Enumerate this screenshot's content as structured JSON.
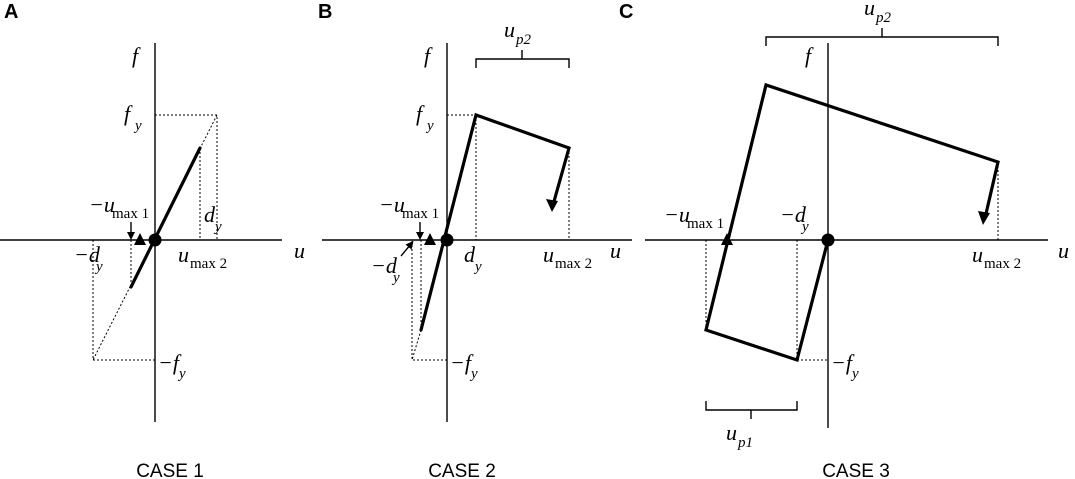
{
  "panels": [
    {
      "letter": "A",
      "case": "CASE 1",
      "labels": {
        "f": "f",
        "u": "u",
        "fy": "f",
        "fy_sub": "y",
        "neg_fy": "−f",
        "neg_fy_sub": "y",
        "dy": "d",
        "dy_sub": "y",
        "neg_dy": "−d",
        "neg_dy_sub": "y",
        "neg_umax1": "−u",
        "neg_umax1_sub": "max 1",
        "umax2": "u",
        "umax2_sub": "max 2"
      }
    },
    {
      "letter": "B",
      "case": "CASE 2",
      "labels": {
        "f": "f",
        "u": "u",
        "fy": "f",
        "fy_sub": "y",
        "neg_fy": "−f",
        "neg_fy_sub": "y",
        "dy": "d",
        "dy_sub": "y",
        "neg_dy": "−d",
        "neg_dy_sub": "y",
        "neg_umax1": "−u",
        "neg_umax1_sub": "max 1",
        "umax2": "u",
        "umax2_sub": "max 2",
        "up2": "u",
        "up2_sub": "p2"
      }
    },
    {
      "letter": "C",
      "case": "CASE 3",
      "labels": {
        "f": "f",
        "u": "u",
        "neg_fy": "−f",
        "neg_fy_sub": "y",
        "neg_dy": "−d",
        "neg_dy_sub": "y",
        "neg_umax1": "−u",
        "neg_umax1_sub": "max 1",
        "umax2": "u",
        "umax2_sub": "max 2",
        "up1": "u",
        "up1_sub": "p1",
        "up2": "u",
        "up2_sub": "p2"
      }
    }
  ]
}
